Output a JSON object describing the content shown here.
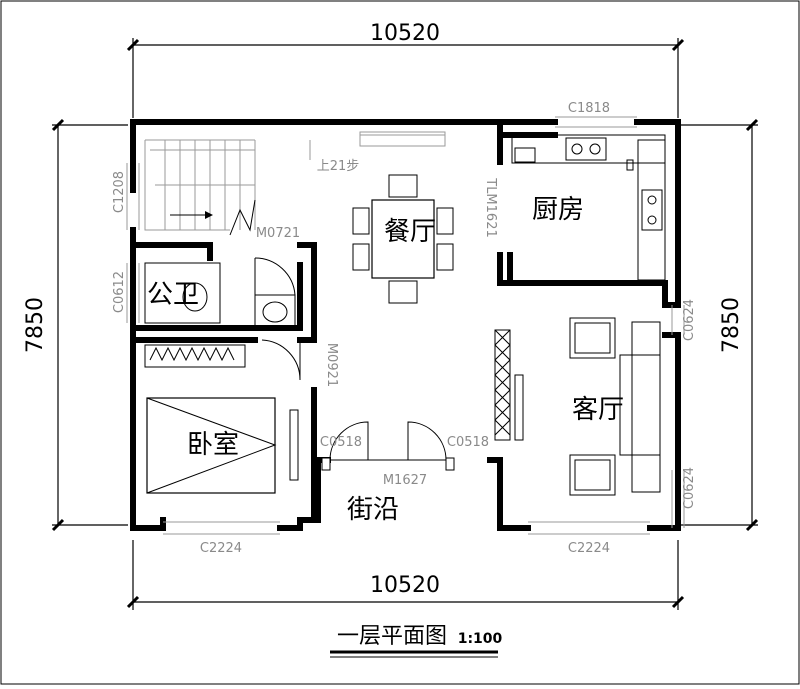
{
  "dimensions": {
    "top": "10520",
    "bottom": "10520",
    "left": "7850",
    "right": "7850"
  },
  "rooms": {
    "dining": "餐厅",
    "kitchen": "厨房",
    "toilet": "公卫",
    "bedroom": "卧室",
    "living": "客厅",
    "porch": "街沿"
  },
  "labels": {
    "c1818": "C1818",
    "c1208": "C1208",
    "m0721": "M0721",
    "tlm1621": "TLM1621",
    "c0612": "C0612",
    "c0624_upper": "C0624",
    "c0624_lower": "C0624",
    "m0921": "M0921",
    "c0518_left": "C0518",
    "c0518_right": "C0518",
    "m1627": "M1627",
    "c2224_left": "C2224",
    "c2224_right": "C2224",
    "stairs": "上21步"
  },
  "title": {
    "main": "一层平面图",
    "scale": "1:100"
  }
}
